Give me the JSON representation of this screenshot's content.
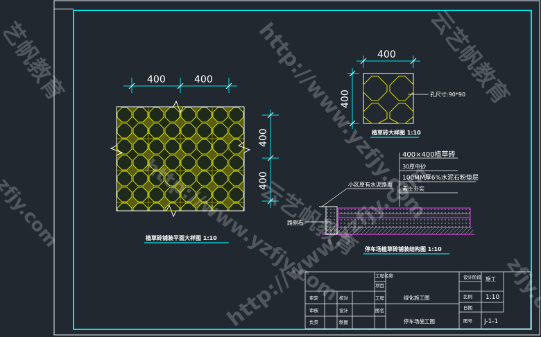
{
  "dimensions": {
    "plan_top_a": "400",
    "plan_top_b": "400",
    "plan_right_a": "400",
    "plan_right_b": "400",
    "detail_top": "400",
    "detail_left": "400"
  },
  "labels": {
    "hole_size": "孔尺寸:90*90",
    "layer_1": "400×400植草砖",
    "layer_2": "30厚中砂",
    "layer_3": "100MM厚6%水泥石粉垫层",
    "layer_4": "素土夯实",
    "curb_road": "小区原有水泥路面",
    "curb_stone": "路侧石"
  },
  "captions": {
    "plan": "植草砖铺装平面大样图 1:10",
    "detail": "植草砖大样图 1:10",
    "section": "停车场植草砖铺装结构图 1:10"
  },
  "title_block": {
    "left_labels": [
      "审定",
      "审核",
      "负责"
    ],
    "mid_labels": [
      "校对",
      "设计",
      "制图"
    ],
    "col3_labels": [
      "工程名称",
      "项目",
      "工程",
      "图名"
    ],
    "project_name": "绿化施工图",
    "drawing_name": "停车场施工图",
    "right_labels": [
      "设计阶段",
      "比例",
      "日期",
      "图号"
    ],
    "stage_value": "施工",
    "scale_value": "1:10",
    "sheet_number": "J-1-1"
  },
  "watermarks": {
    "url": "http://www.yzfjy.com",
    "brand": "云艺帆教育",
    "brand_short": "艺帆教育",
    "domain": "zfjy.com"
  },
  "colors": {
    "background": "#212830",
    "frame": "#00e5ee",
    "tile": "#d6d200",
    "dimension": "#00e5ee",
    "section_layer": "#e040e0"
  }
}
